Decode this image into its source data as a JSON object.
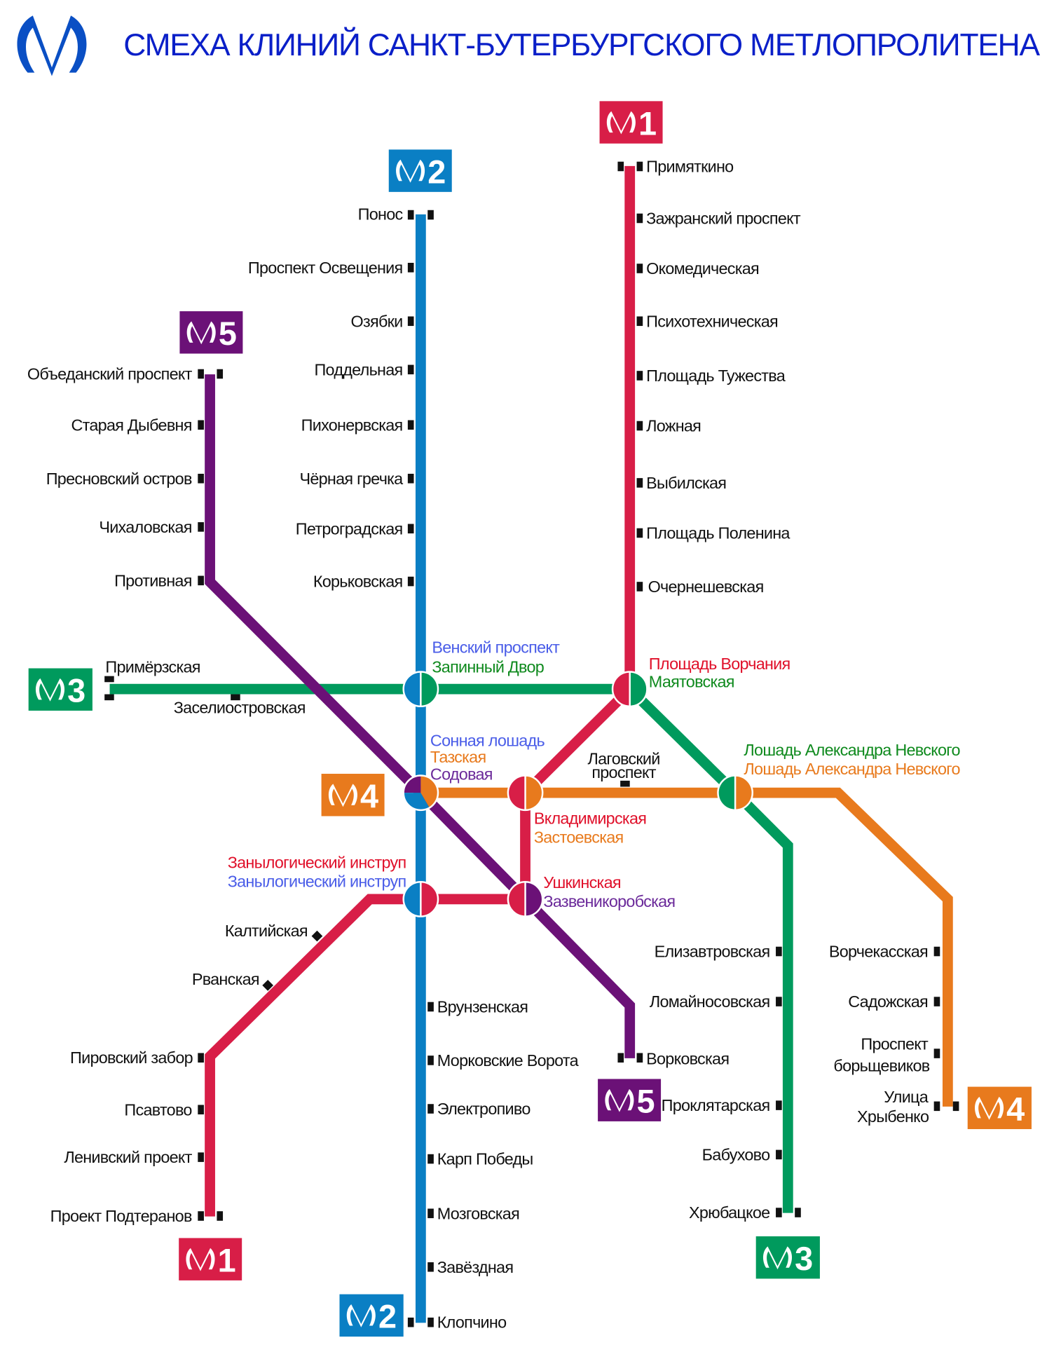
{
  "title": "СМЕХА КЛИНИЙ САНКТ-БУТЕРБУРГСКОГО МЕТЛОПРОЛИТЕНА",
  "colors": {
    "line1": "#d81e47",
    "line2": "#0a7fc4",
    "line3": "#009a5d",
    "line4": "#e87a1d",
    "line5": "#6b1177",
    "title": "#0a1fc8",
    "text": "#111111"
  },
  "badges": {
    "line1": "1",
    "line2": "2",
    "line3": "3",
    "line4": "4",
    "line5": "5"
  },
  "line1": [
    "Примяткино",
    "Зажранский проспект",
    "Окомедическая",
    "Психотехническая",
    "Площадь Тужества",
    "Ложная",
    "Выбилская",
    "Площадь Поленина",
    "Очернешевская",
    "Калтийская",
    "Рванская",
    "Пировский забор",
    "Псавтово",
    "Ленивский проект",
    "Проект Подтеранов"
  ],
  "line2": [
    "Понос",
    "Проспект Освещения",
    "Озябки",
    "Поддельная",
    "Пихонервская",
    "Чёрная гречка",
    "Петроградская",
    "Корьковская",
    "Врунзенская",
    "Морковские Ворота",
    "Электропиво",
    "Карп Победы",
    "Мозговская",
    "Завёздная",
    "Клопчино"
  ],
  "line3": [
    "Примёрзская",
    "Заселиостровская",
    "Елизавтровская",
    "Ломайносовская",
    "Проклятарская",
    "Бабухово",
    "Хрюбацкое"
  ],
  "line4": [
    "Лаговский",
    "проспект",
    "Ворчекасская",
    "Садожская",
    "Проспект",
    "борьщевиков",
    "Улица",
    "Хрыбенко"
  ],
  "line5": [
    "Объеданский проспект",
    "Старая Дыбевня",
    "Пресновский остров",
    "Чихаловская",
    "Противная",
    "Ворковская"
  ],
  "interchanges": {
    "venskiy": [
      "Венский проспект",
      "Запинный Двор"
    ],
    "vorchaniya": [
      "Площадь Ворчания",
      "Маятовская"
    ],
    "sonnaya": [
      "Сонная лошадь",
      "Тазская",
      "Содовая"
    ],
    "vkladimirskaya": [
      "Вкладимирская",
      "Застоевская"
    ],
    "nevskogo": [
      "Лошадь Александра Невского",
      "Лошадь Александра Невского"
    ],
    "zanylog": [
      "Занылогический инструп",
      "Занылогический инструп"
    ],
    "ushkinskaya": [
      "Ушкинская",
      "Зазвеникоробская"
    ]
  }
}
